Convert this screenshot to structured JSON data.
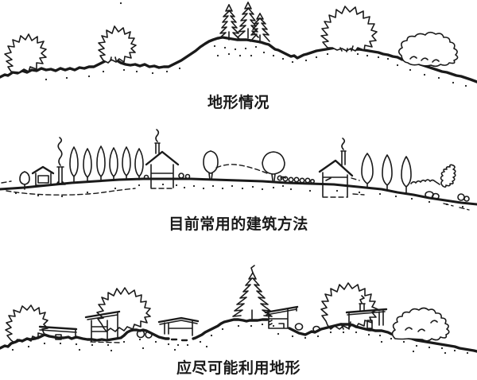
{
  "style": {
    "ink": "#1a1a1a",
    "paper": "#ffffff"
  },
  "panels": [
    {
      "name": "terrain-conditions",
      "caption": "地形情况"
    },
    {
      "name": "current-common-building-method",
      "caption": "目前常用的建筑方法"
    },
    {
      "name": "make-best-use-of-terrain",
      "caption": "应尽可能利用地形"
    }
  ]
}
